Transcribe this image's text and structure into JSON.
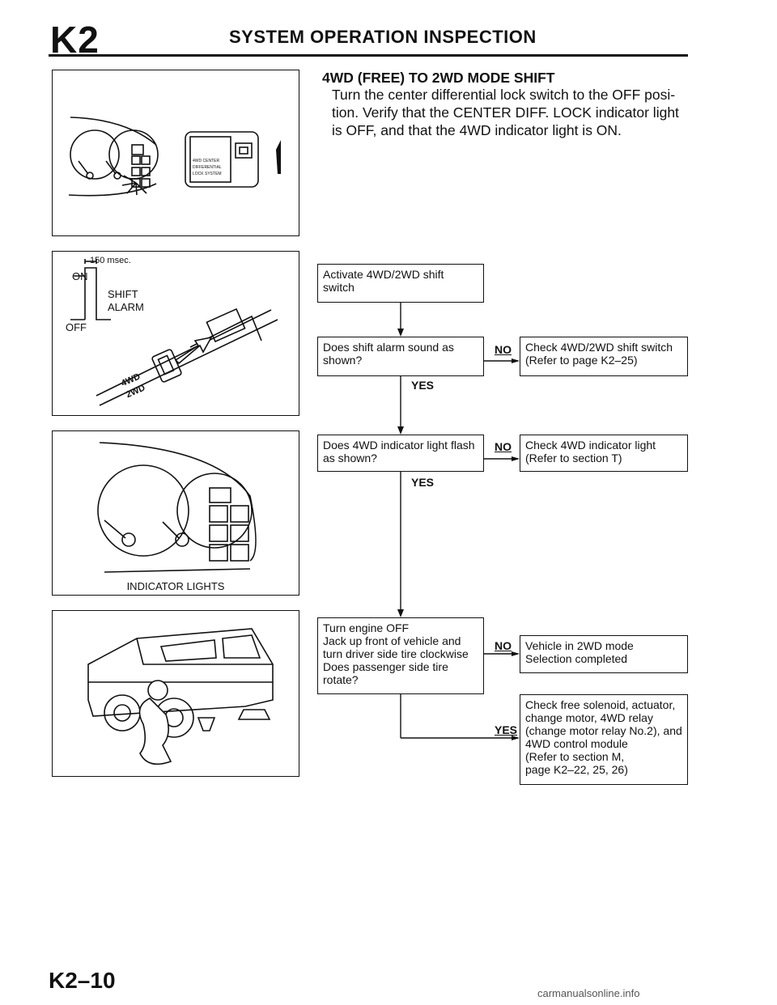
{
  "header": {
    "section_code": "K2",
    "title": "SYSTEM OPERATION INSPECTION"
  },
  "intro": {
    "heading": "4WD (FREE) TO 2WD MODE SHIFT",
    "body_lines": [
      "Turn the center differential lock switch to the OFF posi-",
      "tion. Verify that the CENTER DIFF. LOCK indicator light",
      "is OFF, and that the 4WD indicator light is ON."
    ]
  },
  "figures": {
    "fig1": {
      "switch_lines": [
        "4WD CENTER",
        "DIFFERENTIAL",
        "LOCK SYSTEM"
      ]
    },
    "fig2": {
      "timing": "150 msec.",
      "on_label": "ON",
      "off_label": "OFF",
      "signal_labels": [
        "SHIFT",
        "ALARM"
      ],
      "switch_marks": [
        "4WD",
        "2WD"
      ]
    },
    "fig3": {
      "caption": "INDICATOR LIGHTS"
    }
  },
  "flowchart": {
    "start_lines": [
      "Activate 4WD/2WD shift",
      "switch"
    ],
    "q1_lines": [
      "Does shift alarm sound as",
      "shown?"
    ],
    "q1_no_lines": [
      "Check 4WD/2WD shift switch",
      "(Refer to page K2–25)"
    ],
    "q2_lines": [
      "Does 4WD indicator light flash",
      "as shown?"
    ],
    "q2_no_lines": [
      "Check 4WD indicator light",
      "(Refer to section T)"
    ],
    "q3_lines": [
      "Turn engine OFF",
      "Jack up front of vehicle and",
      "turn driver side tire clockwise",
      "Does passenger side tire",
      "rotate?"
    ],
    "q3_no_lines": [
      "Vehicle in 2WD mode",
      "Selection completed"
    ],
    "q3_yes_lines": [
      "Check free solenoid, actuator,",
      "change motor, 4WD relay",
      "(change motor relay No.2), and",
      "4WD control module",
      "(Refer to section M,",
      "page K2–22, 25, 26)"
    ],
    "no_label": "NO",
    "yes_label": "YES"
  },
  "footer": {
    "page_number": "K2–10",
    "watermark": "carmanualsonline.info"
  }
}
